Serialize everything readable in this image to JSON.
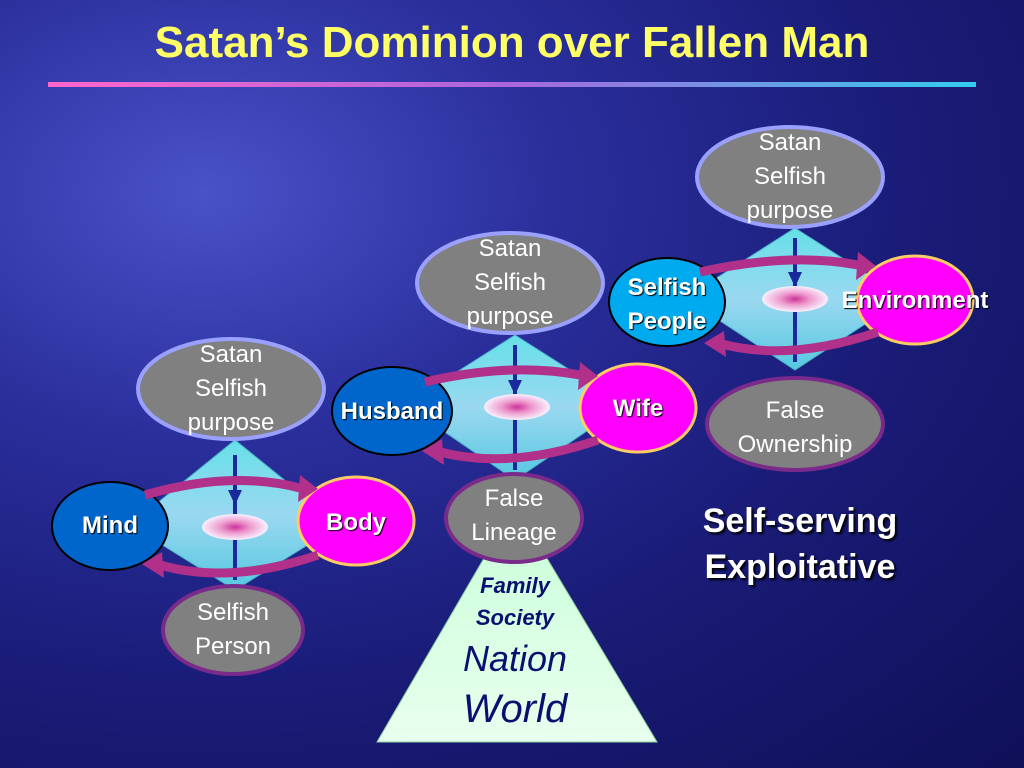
{
  "title": "Satan’s Dominion over Fallen Man",
  "colors": {
    "title": "#ffff66",
    "satan": "#808080",
    "mind": "#0066cc",
    "body": "#ff00ff",
    "base": "#7a2a8a"
  },
  "diagrams": [
    {
      "satan": [
        "Satan",
        "Selfish",
        "purpose"
      ],
      "left": "Mind",
      "right": "Body",
      "result": [
        "Selfish",
        "Person"
      ]
    },
    {
      "satan": [
        "Satan",
        "Selfish",
        "purpose"
      ],
      "left": "Husband",
      "right": "Wife",
      "result": [
        "False",
        "Lineage"
      ]
    },
    {
      "satan": [
        "Satan",
        "Selfish",
        "purpose"
      ],
      "left": [
        "Selfish",
        "People"
      ],
      "right": "Environment",
      "result": [
        "False",
        "Ownership"
      ]
    }
  ],
  "pyramid": {
    "line1": "Family",
    "line2": "Society",
    "line3": "Nation",
    "line4": "World"
  },
  "summary": {
    "line1": "Self-serving",
    "line2": "Exploitative"
  }
}
